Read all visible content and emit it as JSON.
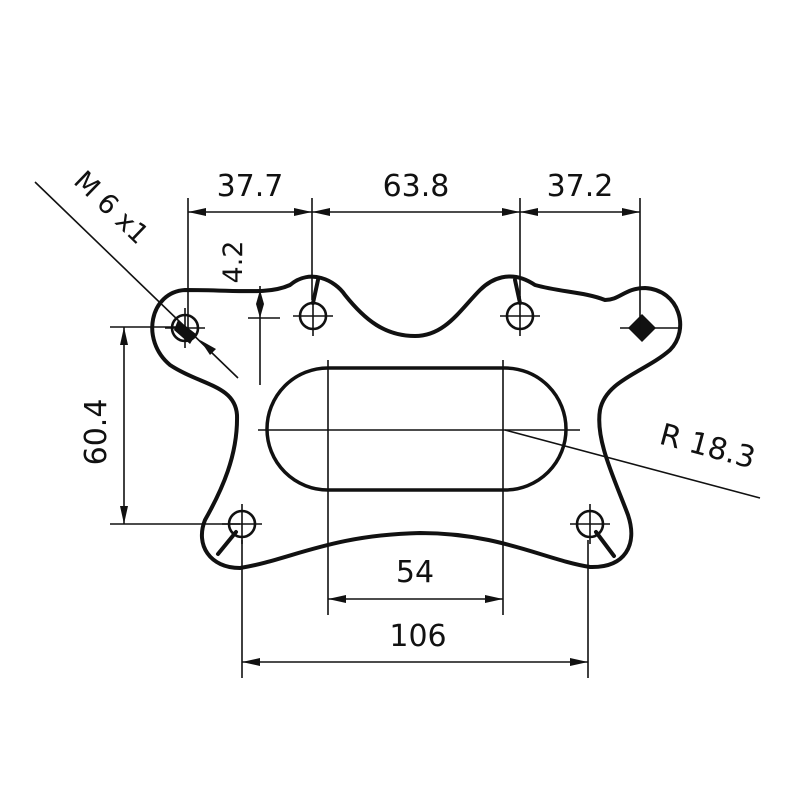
{
  "dimensions": {
    "top_left": "37.7",
    "top_middle": "63.8",
    "top_right": "37.2",
    "small_vertical": "4.2",
    "thread": "M 6 x1",
    "left_height": "60.4",
    "slot_width": "54",
    "bottom_span": "106",
    "radius": "R 18.3"
  }
}
